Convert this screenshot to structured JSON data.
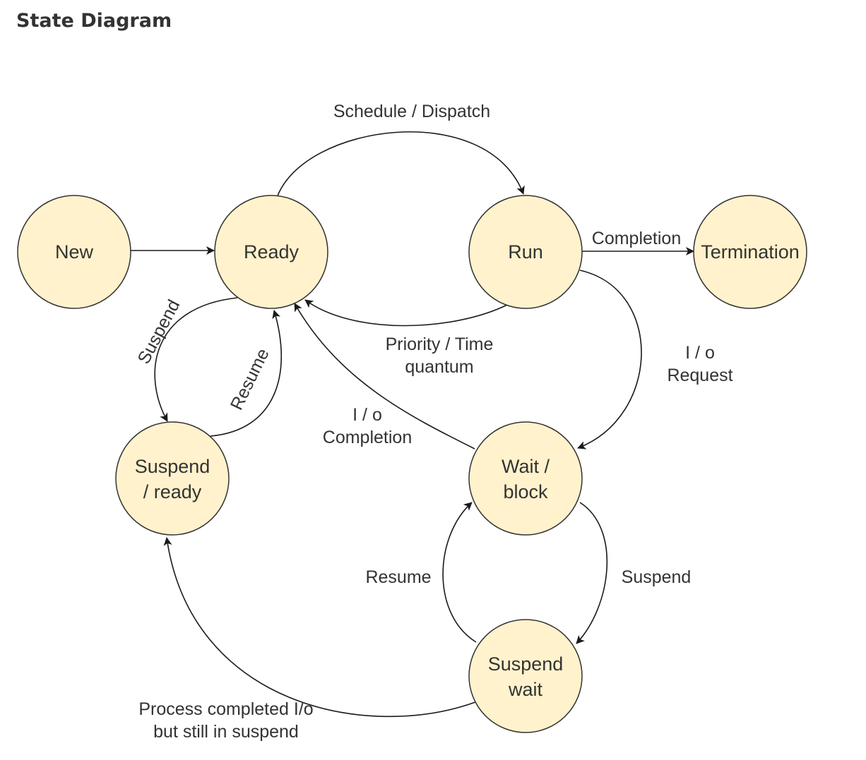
{
  "title": "State Diagram",
  "colors": {
    "state_fill": "#fff2cc",
    "state_stroke": "#333333",
    "edge": "#1a1a1a",
    "text": "#333333"
  },
  "states": {
    "new": {
      "lines": [
        "New"
      ]
    },
    "ready": {
      "lines": [
        "Ready"
      ]
    },
    "run": {
      "lines": [
        "Run"
      ]
    },
    "termination": {
      "lines": [
        "Termination"
      ]
    },
    "suspend_ready": {
      "lines": [
        "Suspend",
        "/ ready"
      ]
    },
    "wait_block": {
      "lines": [
        "Wait /",
        "block"
      ]
    },
    "suspend_wait": {
      "lines": [
        "Suspend",
        "wait"
      ]
    }
  },
  "transitions": {
    "new_ready": {
      "lines": []
    },
    "schedule_dispatch": {
      "lines": [
        "Schedule / Dispatch"
      ]
    },
    "completion": {
      "lines": [
        "Completion"
      ]
    },
    "priority_time_quantum": {
      "lines": [
        "Priority / Time",
        "quantum"
      ]
    },
    "io_request": {
      "lines": [
        "I / o",
        "Request"
      ]
    },
    "io_completion": {
      "lines": [
        "I / o",
        "Completion"
      ]
    },
    "suspend_to_suspend_ready": {
      "lines": [
        "Suspend"
      ]
    },
    "resume_to_ready": {
      "lines": [
        "Resume"
      ]
    },
    "resume_to_wait": {
      "lines": [
        "Resume"
      ]
    },
    "suspend_to_suspend_wait": {
      "lines": [
        "Suspend"
      ]
    },
    "process_completed_io": {
      "lines": [
        "Process completed I/o",
        "but still in suspend"
      ]
    }
  }
}
